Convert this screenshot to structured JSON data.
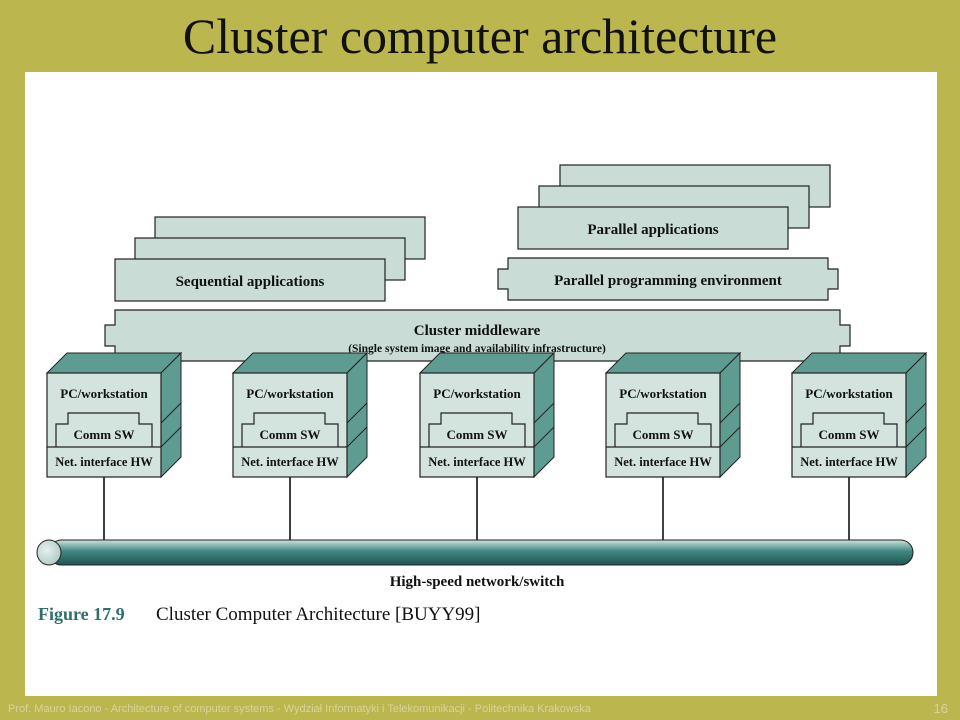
{
  "slide": {
    "title": "Cluster computer architecture",
    "footer": "Prof. Mauro Iacono - Architecture of computer systems - Wydział Informatyki i Telekomunikacji - Politechnika Krakowska",
    "page_number": "16"
  },
  "diagram": {
    "sequential_applications": "Sequential applications",
    "parallel_applications": "Parallel applications",
    "parallel_programming_environment": "Parallel programming environment",
    "middleware_title": "Cluster middleware",
    "middleware_subtitle": "(Single system image and availability infrastructure)",
    "nodes": [
      {
        "title": "PC/workstation",
        "comm": "Comm SW",
        "net": "Net. interface HW"
      },
      {
        "title": "PC/workstation",
        "comm": "Comm SW",
        "net": "Net. interface HW"
      },
      {
        "title": "PC/workstation",
        "comm": "Comm SW",
        "net": "Net. interface HW"
      },
      {
        "title": "PC/workstation",
        "comm": "Comm SW",
        "net": "Net. interface HW"
      },
      {
        "title": "PC/workstation",
        "comm": "Comm SW",
        "net": "Net. interface HW"
      }
    ],
    "network_label": "High-speed network/switch",
    "figure_number": "Figure 17.9",
    "figure_caption": "Cluster Computer Architecture [BUYY99]"
  },
  "colors": {
    "box_fill": "#c9ddd6",
    "node_dark": "#5e9b91",
    "node_light": "#d3e3de",
    "figure_number": "#2e6e6b",
    "background": "#bcb64e"
  }
}
